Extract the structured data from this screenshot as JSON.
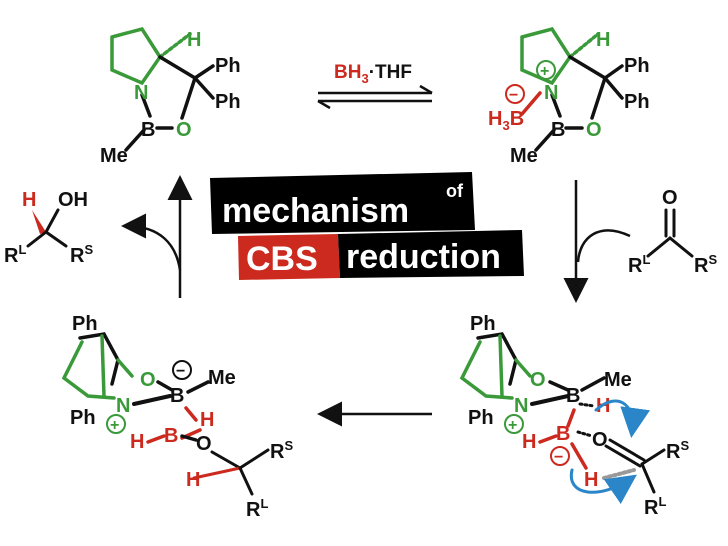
{
  "title": {
    "word1": "mechanism",
    "word2": "of",
    "word3": "CBS",
    "word4": "reduction"
  },
  "colors": {
    "green": "#3a9a3a",
    "red": "#cc2a1e",
    "blue": "#2a86c8",
    "black": "#111111"
  },
  "reagent": {
    "bh3": "BH",
    "sub3": "3",
    "thf": "·THF"
  },
  "labels": {
    "ph": "Ph",
    "n": "N",
    "b": "B",
    "o": "O",
    "h": "H",
    "me": "Me",
    "oh": "OH",
    "r": "R",
    "sup_l": "L",
    "sup_s": "S",
    "plus": "+",
    "minus": "−",
    "dash_o": "O",
    "h3": "H",
    "three": "3"
  }
}
